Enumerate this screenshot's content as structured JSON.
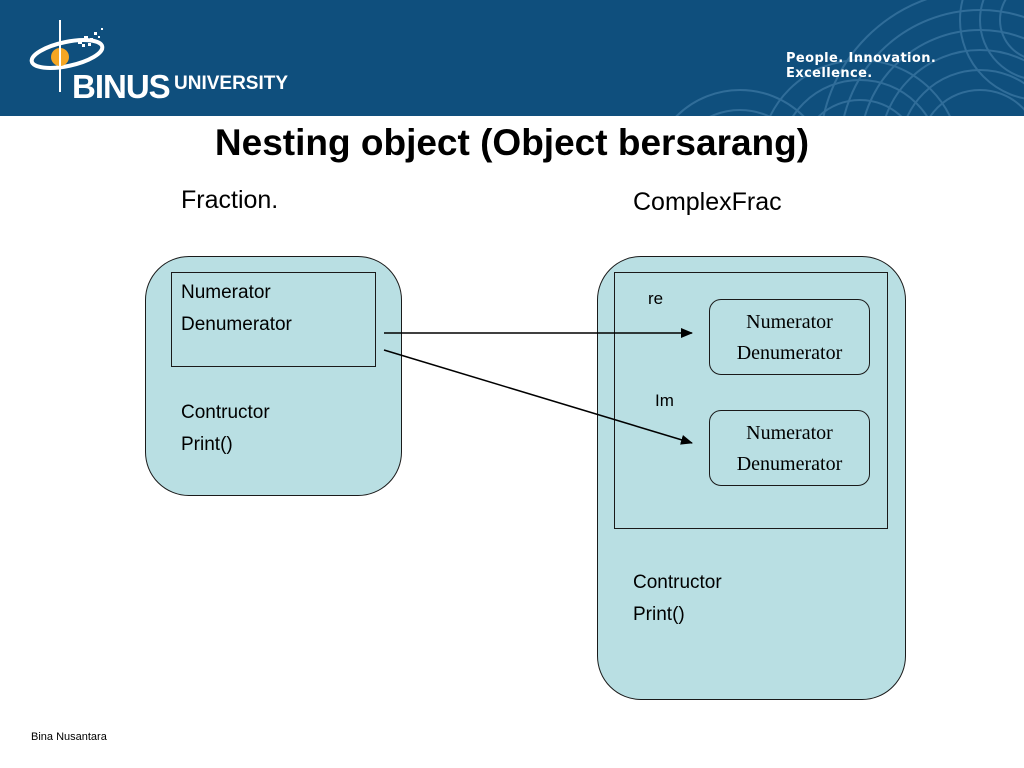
{
  "header": {
    "logo_brand": "BINUS",
    "logo_suffix": "UNIVERSITY",
    "tagline": "People. Innovation. Excellence."
  },
  "slide": {
    "title": "Nesting object (Object bersarang)",
    "footer": "Bina Nusantara"
  },
  "fraction": {
    "label": "Fraction.",
    "attributes": [
      "Numerator",
      "Denumerator"
    ],
    "methods": [
      "Contructor",
      "Print()"
    ]
  },
  "complex": {
    "label": "ComplexFrac",
    "fields": [
      {
        "name": "re",
        "attributes": [
          "Numerator",
          "Denumerator"
        ]
      },
      {
        "name": "Im",
        "attributes": [
          "Numerator",
          "Denumerator"
        ]
      }
    ],
    "methods": [
      "Contructor",
      "Print()"
    ]
  },
  "colors": {
    "header_bg": "#0f4f7d",
    "box_fill": "#b9dfe3",
    "logo_accent": "#f5a623"
  }
}
